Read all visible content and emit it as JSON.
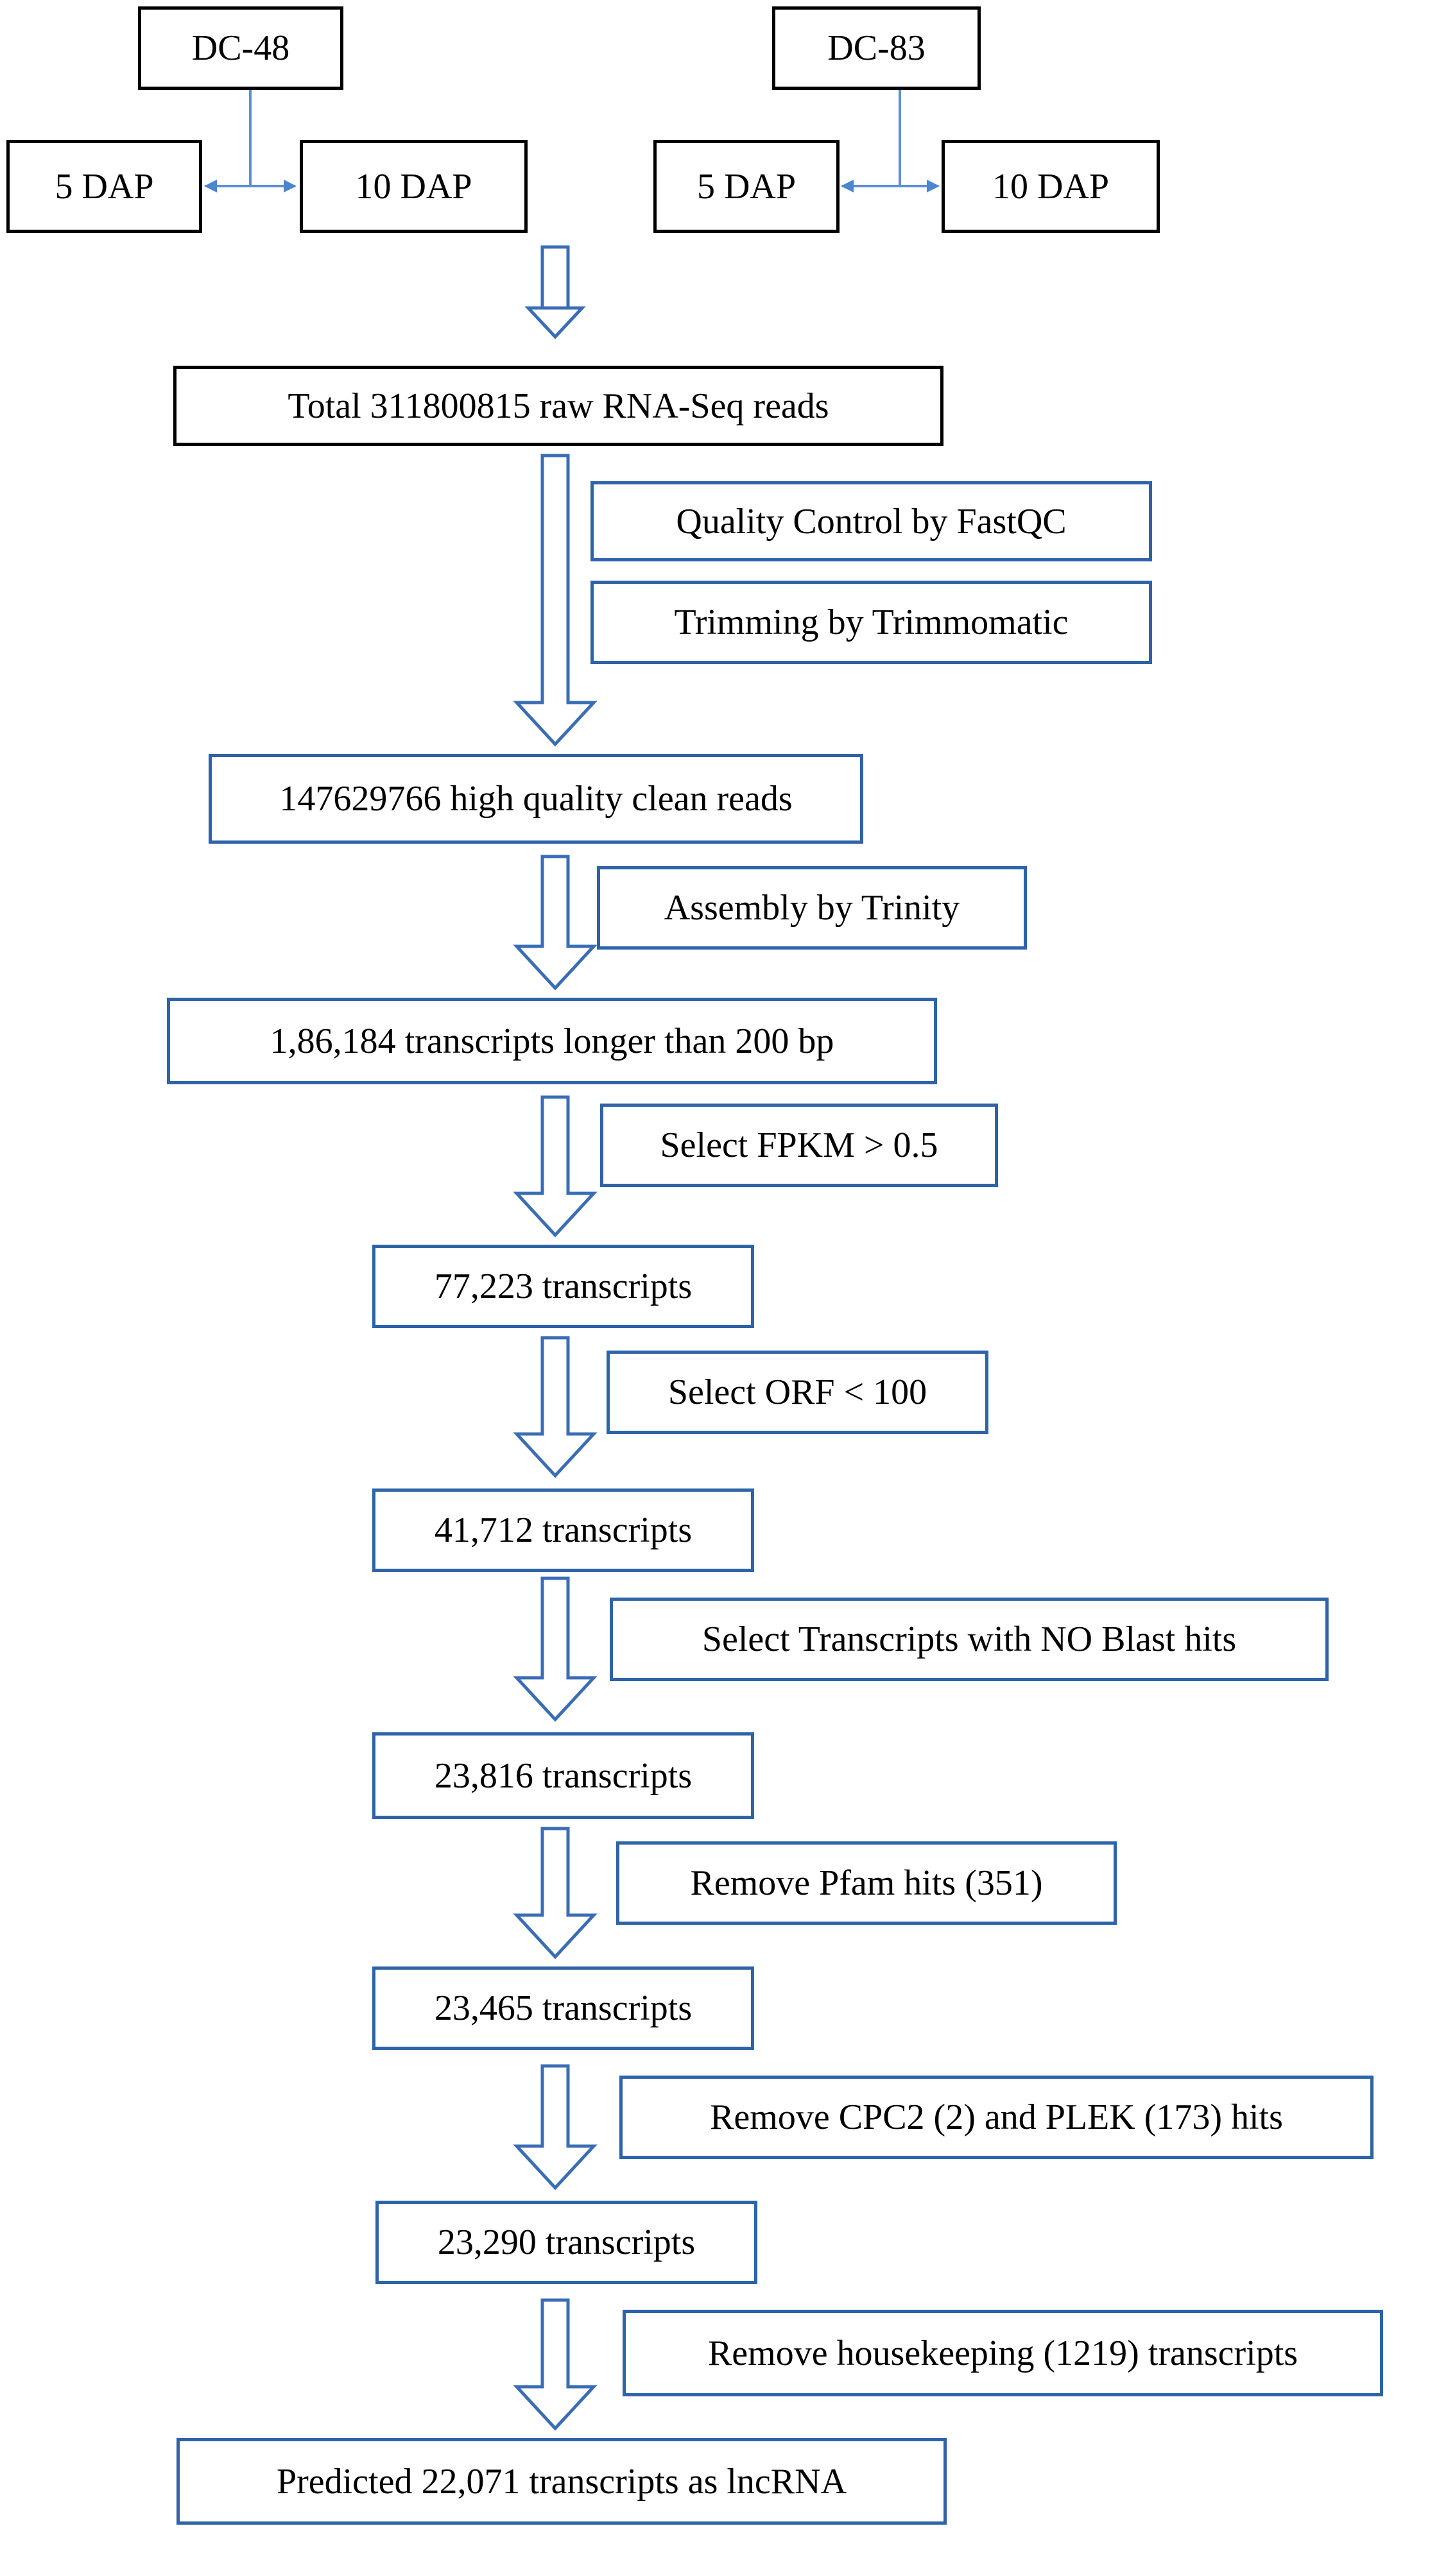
{
  "colors": {
    "box_border_dark": "#000000",
    "box_border_blue": "#2e63a8",
    "arrow_stroke": "#3a6db4",
    "connector": "#5b8fd6",
    "connector_arrowhead": "#4a86d0"
  },
  "cultivars": [
    {
      "name": "DC-48",
      "stages": [
        "5 DAP",
        "10 DAP"
      ]
    },
    {
      "name": "DC-83",
      "stages": [
        "5 DAP",
        "10 DAP"
      ]
    }
  ],
  "pipeline": {
    "stages": [
      "Total 311800815 raw RNA-Seq reads",
      "147629766 high quality clean reads",
      "1,86,184 transcripts longer than 200 bp",
      "77,223 transcripts",
      "41,712 transcripts",
      "23,816 transcripts",
      "23,465 transcripts",
      "23,290 transcripts",
      "Predicted 22,071 transcripts as lncRNA"
    ],
    "steps": [
      [
        "Quality Control by FastQC",
        "Trimming by Trimmomatic"
      ],
      [
        "Assembly by Trinity"
      ],
      [
        "Select FPKM > 0.5"
      ],
      [
        "Select ORF < 100"
      ],
      [
        "Select Transcripts with NO Blast hits"
      ],
      [
        "Remove Pfam hits (351)"
      ],
      [
        "Remove CPC2 (2) and PLEK (173) hits"
      ],
      [
        "Remove housekeeping (1219) transcripts"
      ]
    ]
  }
}
